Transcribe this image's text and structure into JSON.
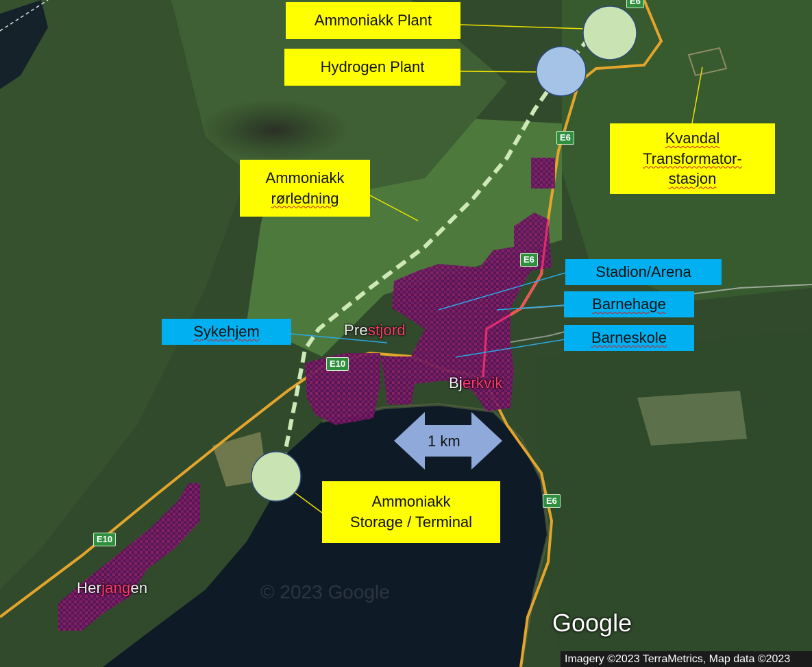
{
  "map": {
    "places": {
      "prestjord_pre": "Pre",
      "prestjord_post": "stjord",
      "bjerkvik_pre": "Bj",
      "bjerkvik_post": "erkvik",
      "herjangen_pre": "Her",
      "herjangen_mid": "jang",
      "herjangen_post": "en"
    },
    "roads": {
      "e6_a": "E6",
      "e6_b": "E6",
      "e6_c": "E6",
      "e10_a": "E10",
      "e10_b": "E10",
      "e6_top": "E6"
    },
    "watermark": "© 2023 Google",
    "google_logo": "Google",
    "attribution": "Imagery ©2023 TerraMetrics, Map data ©2023"
  },
  "labels": {
    "ammoniakk_plant": "Ammoniakk Plant",
    "hydrogen_plant": "Hydrogen Plant",
    "kvandal_l1": "Kvandal",
    "kvandal_l2": "Transformator-",
    "kvandal_l3": "stasjon",
    "pipeline_l1": "Ammoniakk",
    "pipeline_l2": "rørledning",
    "stadion": "Stadion/Arena",
    "barnehage": "Barnehage",
    "barneskole": "Barneskole",
    "sykehjem": "Sykehjem",
    "storage_l1": "Ammoniakk",
    "storage_l2": "Storage / Terminal",
    "distance": "1 km"
  },
  "colors": {
    "callout_yellow": "#ffff00",
    "callout_blue": "#00b0f0",
    "plant_green": "#c9e3b3",
    "hydrogen_blue": "#a4c3e6",
    "pipeline_green": "#cfe8b8",
    "distance_arrow": "#8fa9db",
    "heat_purple": "#6a1460",
    "road_orange": "#e3a52c"
  }
}
